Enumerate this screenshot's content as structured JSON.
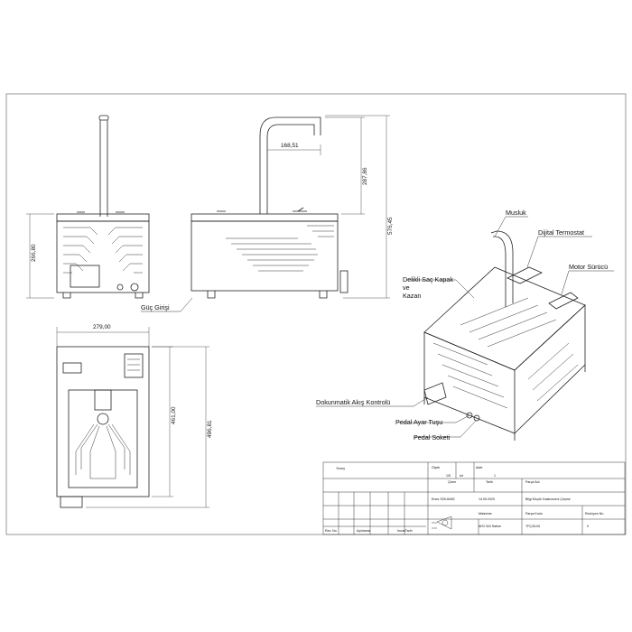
{
  "callouts": {
    "musluk": "Musluk",
    "dijital_termostat": "Dijital Termostat",
    "motor_surucu": "Motor Sürücü",
    "kapak_line1": "Delikli Saç Kapak",
    "kapak_line2": "ve",
    "kapak_line3": "Kazan",
    "guc_girisi": "Güç Girişi",
    "dokunmatik": "Dokunmatik Akış Kontrolü",
    "pedal_ayar": "Pedal Ayar Tuşu",
    "pedal_soketi": "Pedal Soketi"
  },
  "dimensions": {
    "d_168": "168,51",
    "d_287": "287,86",
    "d_576": "576,45",
    "d_266": "266,80",
    "d_279": "279,00",
    "d_461": "461,00",
    "d_496": "496,81"
  },
  "title_block": {
    "olcek_label": "Ölçek",
    "olcek_a": "1/5",
    "olcek_b": "kd",
    "adet_label": "Adet",
    "adet_value": "1",
    "yuzey_label": "Yüzey",
    "cizen_label": "Çizen",
    "tarih_label": "Tarih",
    "parca_adi_label": "Parça Adı",
    "cizen_value": "Enes ÖZKAN52",
    "tarih_value": "14.09.2020",
    "parca_adi_value": "Bilgi Küçük Gastronomi Çeşme",
    "malzeme_label": "Malzeme",
    "parca_kodu_label": "Parça Kodu",
    "revizyon_label": "Revizyon No",
    "malzeme_value": "AISI 304 Satine",
    "parca_kodu_value": "TFÇ28-00",
    "revizyon_value": "0",
    "rev_no": "Rev. No",
    "aciklama": "Açıklama",
    "imza_tarih": "İmza/Tarih"
  }
}
